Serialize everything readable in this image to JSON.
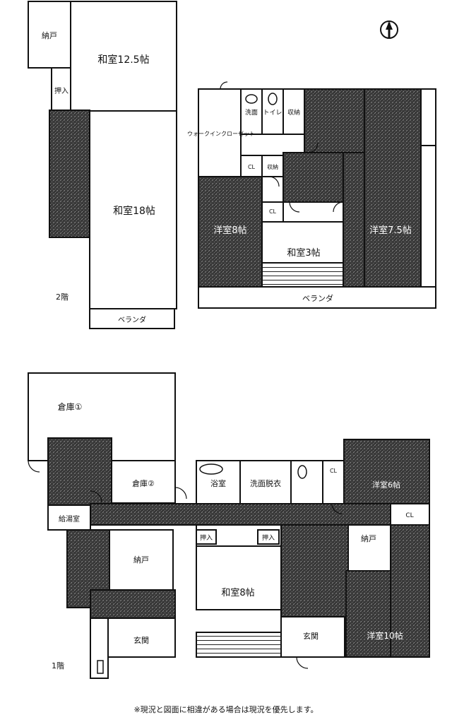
{
  "compass": {
    "icon": "north-arrow-icon"
  },
  "floor2": {
    "floor_label": "2階",
    "rooms": {
      "nando": "納戸",
      "washitsu_125": "和室12.5帖",
      "oshiire": "押入",
      "washitsu_18": "和室18帖",
      "veranda_left": "ベランダ",
      "walkin_closet": "ウォークインクローゼット",
      "senmen": "洗面",
      "toilet": "トイレ",
      "shuno": "収納",
      "cl_a": "CL",
      "shuno_b": "収納",
      "cl_b": "CL",
      "youshitsu_8": "洋室8帖",
      "washitsu_3": "和室3帖",
      "youshitsu_75": "洋室7.5帖",
      "veranda_right": "ベランダ"
    }
  },
  "floor1": {
    "floor_label": "1階",
    "rooms": {
      "souko_1": "倉庫①",
      "souko_2": "倉庫②",
      "kyuto": "給湯室",
      "nando_left": "納戸",
      "genkan_left": "玄関",
      "yokushitsu": "浴室",
      "senmen_dasshu": "洗面脱衣",
      "cl_a": "CL",
      "washitsu_6": "洋室6帖",
      "cl_b": "CL",
      "oshiire_a": "押入",
      "oshiire_b": "押入",
      "washitsu_8": "和室8帖",
      "nando_right": "納戸",
      "genkan_right": "玄関",
      "youshitsu_10": "洋室10帖"
    }
  },
  "footer": {
    "note": "※現況と図面に相違がある場合は現況を優先します。"
  }
}
